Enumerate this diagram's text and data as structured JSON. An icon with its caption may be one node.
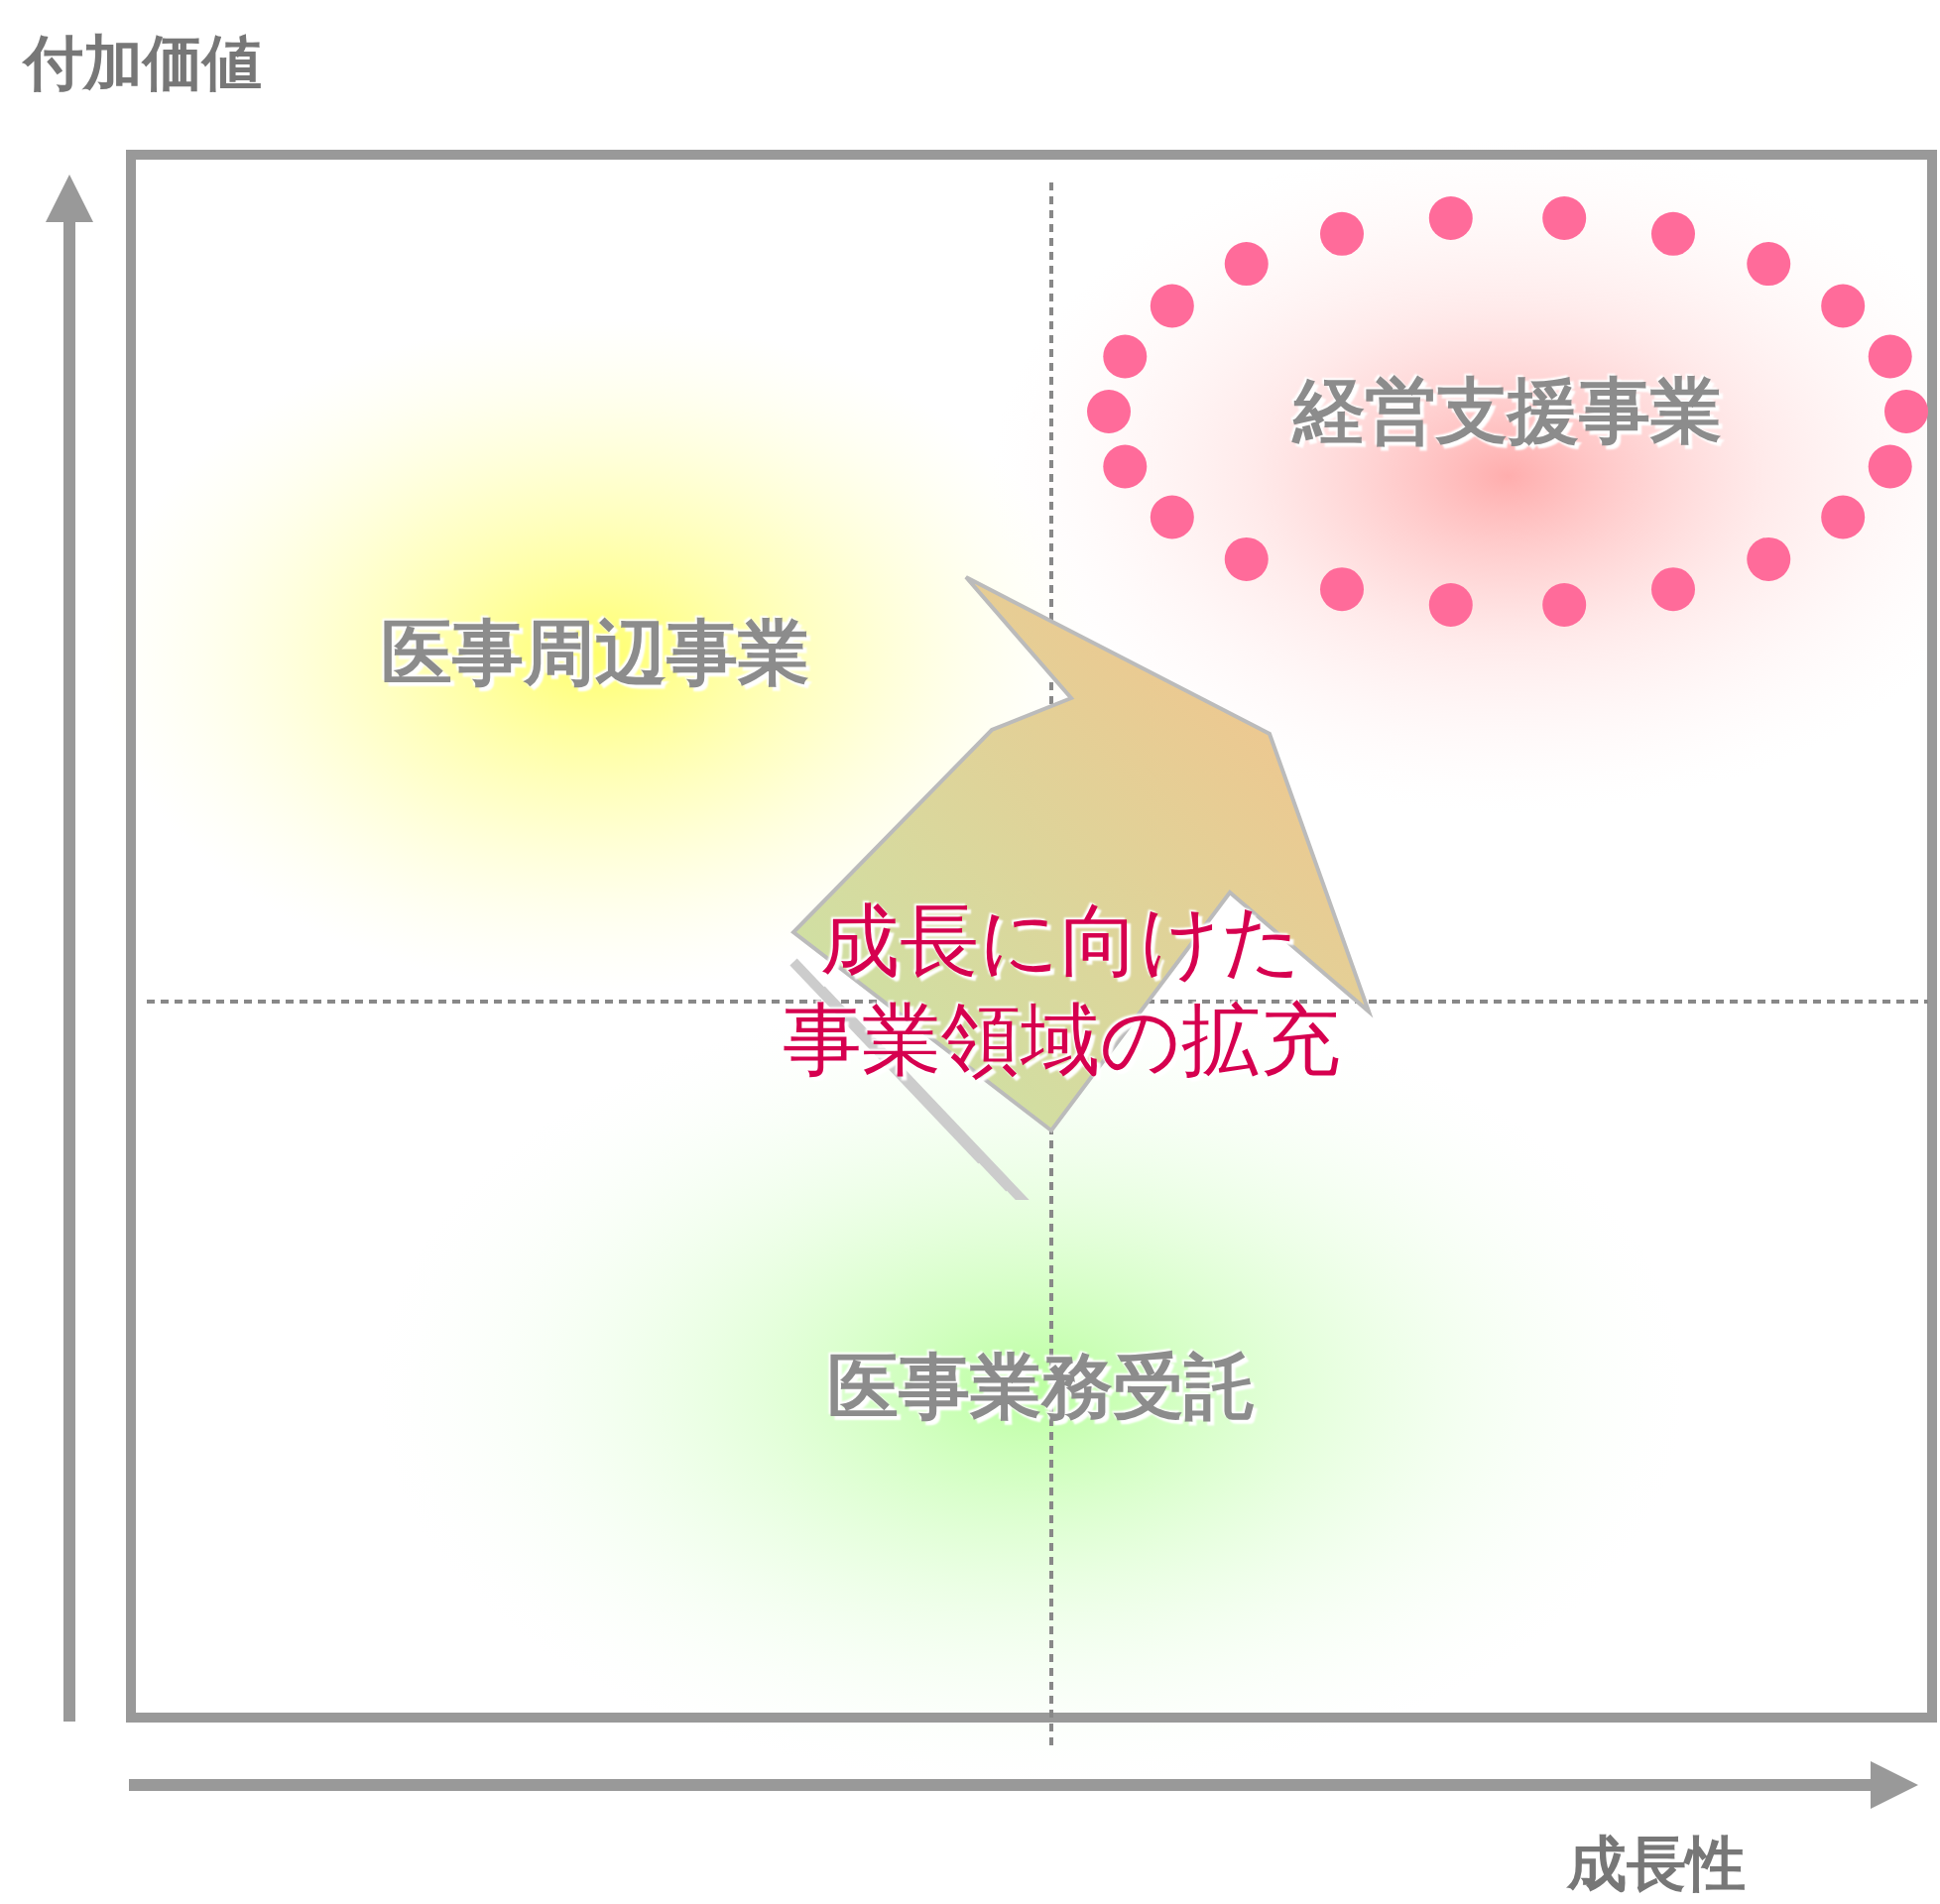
{
  "diagram": {
    "nodes": [
      {
        "text": [
          "医事周辺事業"
        ]
      },
      {
        "text": [
          "経営支援事業"
        ]
      },
      {
        "text": [
          "医事業務受託"
        ]
      },
      {
        "text": [
          "成長に向けた事業領域の拡充"
        ]
      }
    ],
    "labels": [
      "付加価値",
      "成長性"
    ]
  }
}
